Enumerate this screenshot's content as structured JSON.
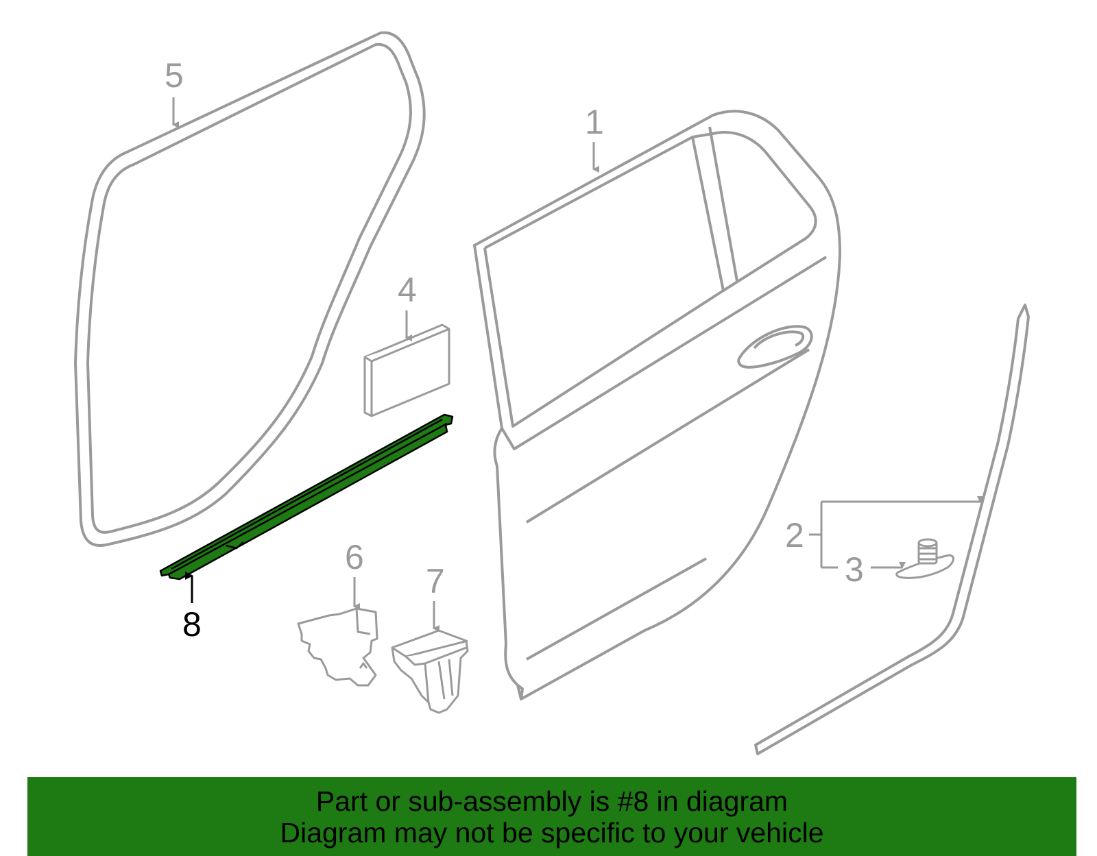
{
  "callouts": {
    "c1": "1",
    "c2": "2",
    "c3": "3",
    "c4": "4",
    "c5": "5",
    "c6": "6",
    "c7": "7",
    "c8": "8"
  },
  "highlighted_part": "8",
  "banner": {
    "line1": "Part or sub-assembly is #8 in diagram",
    "line2": "Diagram may not be specific to your vehicle"
  },
  "colors": {
    "line_gray": "#9a9a9a",
    "highlight_green": "#1e7a12",
    "banner_green": "#1e7a12",
    "text_black": "#000000"
  }
}
